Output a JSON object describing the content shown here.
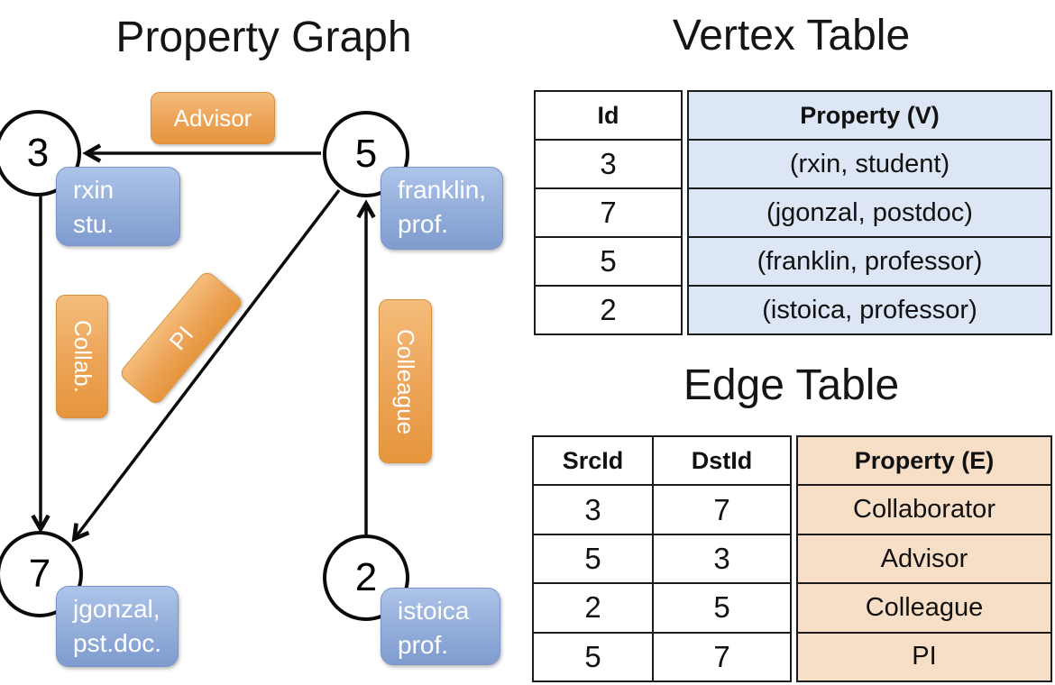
{
  "titles": {
    "graph": "Property Graph",
    "vertex_table": "Vertex Table",
    "edge_table": "Edge Table"
  },
  "graph": {
    "nodes": {
      "n3": {
        "id": "3",
        "property_line1": "rxin",
        "property_line2": "stu."
      },
      "n5": {
        "id": "5",
        "property_line1": "franklin,",
        "property_line2": "prof."
      },
      "n7": {
        "id": "7",
        "property_line1": "jgonzal,",
        "property_line2": "pst.doc."
      },
      "n2": {
        "id": "2",
        "property_line1": "istoica",
        "property_line2": "prof."
      }
    },
    "edge_labels": {
      "advisor": "Advisor",
      "collab": "Collab.",
      "pi": "PI",
      "colleague": "Colleague"
    },
    "edges": [
      {
        "from": "5",
        "to": "3",
        "label": "Advisor"
      },
      {
        "from": "3",
        "to": "7",
        "label": "Collab."
      },
      {
        "from": "5",
        "to": "7",
        "label": "PI"
      },
      {
        "from": "2",
        "to": "5",
        "label": "Colleague"
      }
    ]
  },
  "vertex_table": {
    "headers": {
      "id": "Id",
      "property": "Property (V)"
    },
    "rows": [
      {
        "id": "3",
        "property": "(rxin, student)"
      },
      {
        "id": "7",
        "property": "(jgonzal, postdoc)"
      },
      {
        "id": "5",
        "property": "(franklin, professor)"
      },
      {
        "id": "2",
        "property": "(istoica, professor)"
      }
    ]
  },
  "edge_table": {
    "headers": {
      "src": "SrcId",
      "dst": "DstId",
      "property": "Property (E)"
    },
    "rows": [
      {
        "src": "3",
        "dst": "7",
        "property": "Collaborator"
      },
      {
        "src": "5",
        "dst": "3",
        "property": "Advisor"
      },
      {
        "src": "2",
        "dst": "5",
        "property": "Colleague"
      },
      {
        "src": "5",
        "dst": "7",
        "property": "PI"
      }
    ]
  },
  "colors": {
    "edge_label_orange": "#eda55a",
    "node_property_blue": "#93add9",
    "vertex_cell_fill": "#dce6f5",
    "edge_cell_fill": "#f6dfc6",
    "line_black": "#0b0b0b"
  }
}
